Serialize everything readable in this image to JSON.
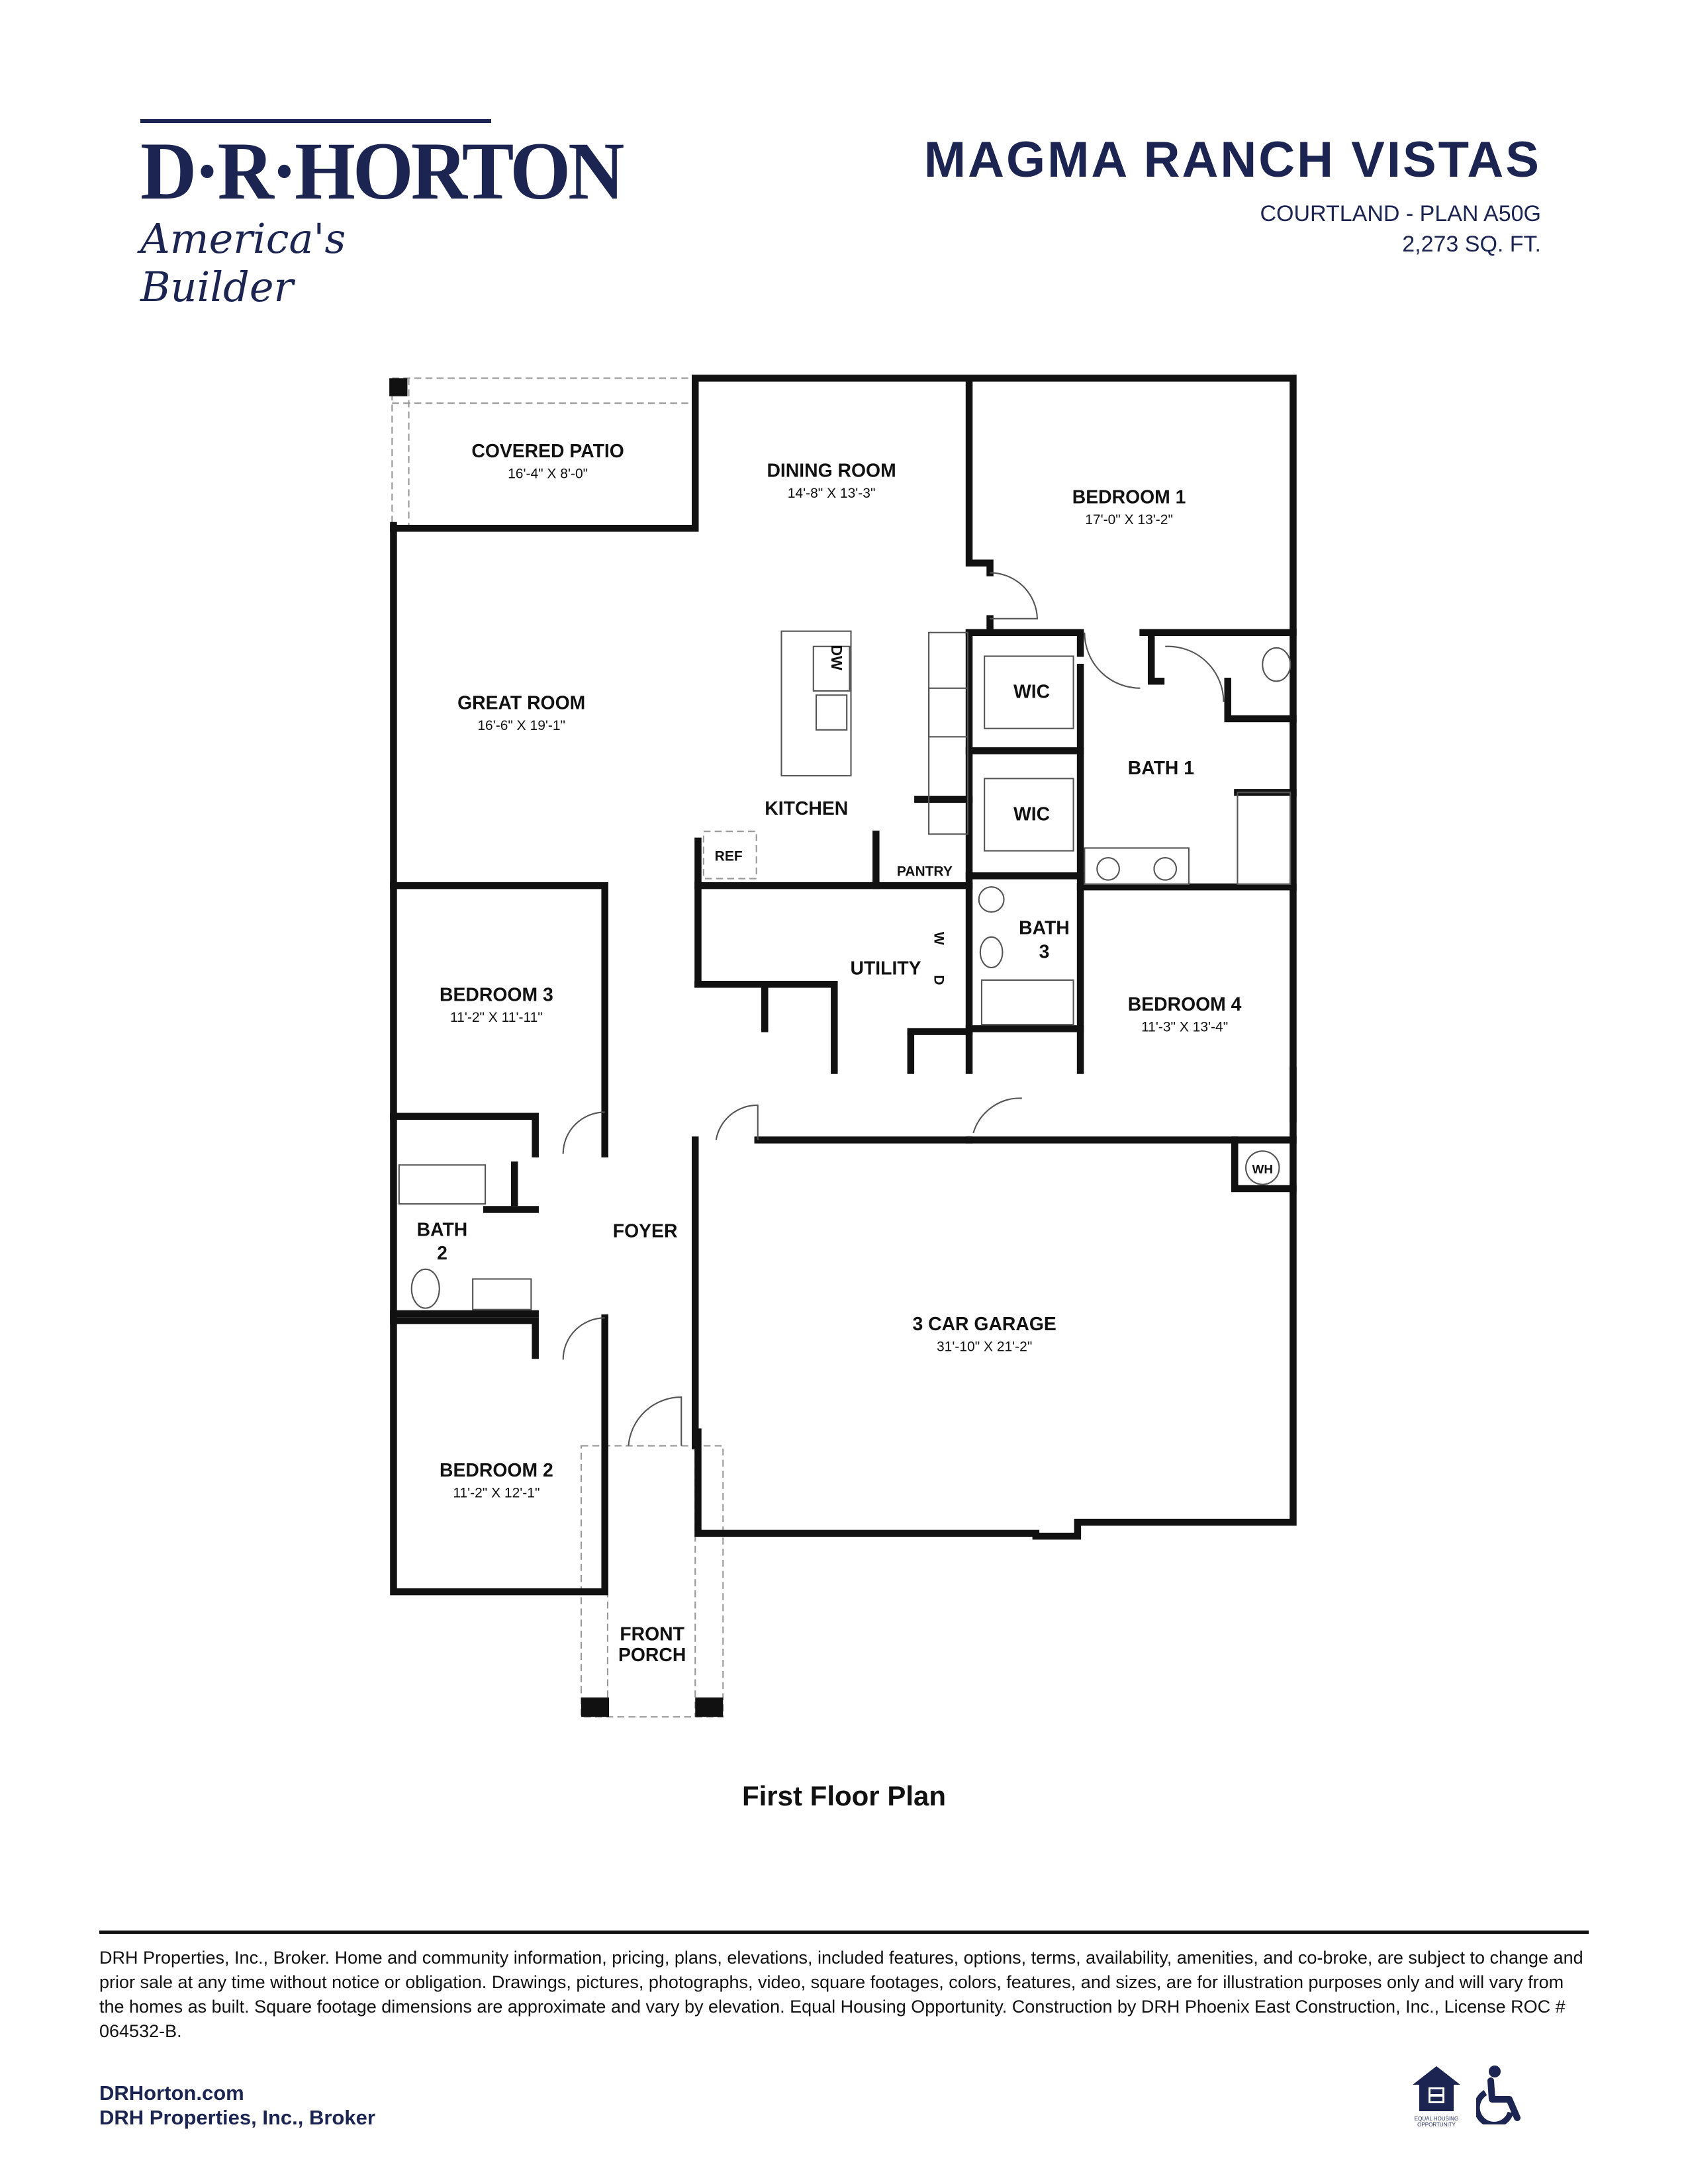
{
  "brand": {
    "name": "D·R·HORTON",
    "tagline": "America's Builder",
    "color": "#1c2452"
  },
  "header": {
    "community": "MAGMA RANCH VISTAS",
    "plan": "COURTLAND - PLAN A50G",
    "sqft": "2,273 SQ. FT."
  },
  "rooms": {
    "covered_patio": {
      "label": "COVERED PATIO",
      "dims": "16'-4\" X 8'-0\""
    },
    "dining_room": {
      "label": "DINING ROOM",
      "dims": "14'-8\" X 13'-3\""
    },
    "bedroom_1": {
      "label": "BEDROOM 1",
      "dims": "17'-0\" X 13'-2\""
    },
    "great_room": {
      "label": "GREAT ROOM",
      "dims": "16'-6\" X 19'-1\""
    },
    "kitchen": {
      "label": "KITCHEN"
    },
    "wic_1": {
      "label": "WIC"
    },
    "wic_2": {
      "label": "WIC"
    },
    "bath_1": {
      "label": "BATH 1"
    },
    "pantry": {
      "label": "PANTRY"
    },
    "ref": {
      "label": "REF"
    },
    "dw": {
      "label": "DW"
    },
    "utility": {
      "label": "UTILITY"
    },
    "washer": {
      "label": "W"
    },
    "dryer": {
      "label": "D"
    },
    "bath_3": {
      "label": "BATH",
      "num": "3"
    },
    "bedroom_3": {
      "label": "BEDROOM 3",
      "dims": "11'-2\" X 11'-11\""
    },
    "bedroom_4": {
      "label": "BEDROOM 4",
      "dims": "11'-3\" X 13'-4\""
    },
    "bath_2": {
      "label": "BATH",
      "num": "2"
    },
    "foyer": {
      "label": "FOYER"
    },
    "garage": {
      "label": "3 CAR GARAGE",
      "dims": "31'-10\" X 21'-2\""
    },
    "wh": {
      "label": "WH"
    },
    "bedroom_2": {
      "label": "BEDROOM 2",
      "dims": "11'-2\" X 12'-1\""
    },
    "front_porch": {
      "label": "FRONT",
      "label2": "PORCH"
    }
  },
  "caption": "First Floor Plan",
  "footer": {
    "disclaimer": "DRH Properties, Inc., Broker. Home and community information, pricing, plans, elevations, included features, options, terms, availability, amenities, and co-broke, are subject to change and prior sale at any time without notice or obligation. Drawings, pictures, photographs, video, square footages, colors, features, and sizes, are for illustration purposes only and will vary from the homes as built. Square footage dimensions are approximate and vary by elevation. Equal Housing Opportunity. Construction by DRH Phoenix East Construction, Inc., License ROC # 064532-B.",
    "website": "DRHorton.com",
    "broker": "DRH Properties, Inc., Broker",
    "eho_text": "EQUAL HOUSING OPPORTUNITY",
    "icons": [
      "equal-housing-icon",
      "accessibility-icon"
    ]
  }
}
